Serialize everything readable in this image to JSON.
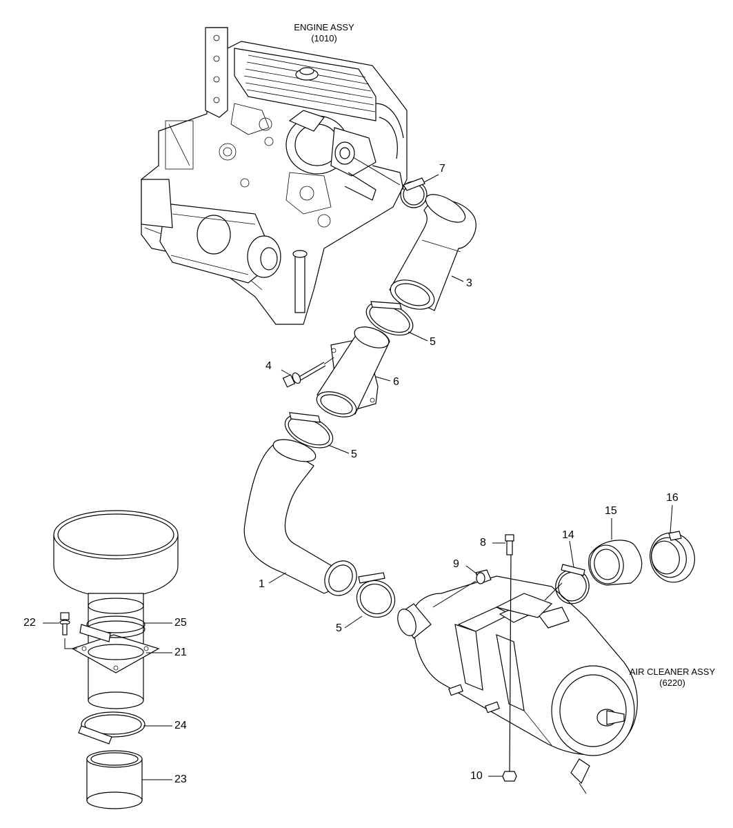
{
  "assemblies": {
    "engine": {
      "title": "ENGINE ASSY",
      "code": "(1010)"
    },
    "air_cleaner": {
      "title": "AIR CLEANER ASSY",
      "code": "(6220)"
    }
  },
  "callouts": [
    {
      "id": "c7",
      "text": "7"
    },
    {
      "id": "c3",
      "text": "3"
    },
    {
      "id": "c5a",
      "text": "5"
    },
    {
      "id": "c4",
      "text": "4"
    },
    {
      "id": "c6",
      "text": "6"
    },
    {
      "id": "c5b",
      "text": "5"
    },
    {
      "id": "c1",
      "text": "1"
    },
    {
      "id": "c5c",
      "text": "5"
    },
    {
      "id": "c8",
      "text": "8"
    },
    {
      "id": "c9",
      "text": "9"
    },
    {
      "id": "c10",
      "text": "10"
    },
    {
      "id": "c14",
      "text": "14"
    },
    {
      "id": "c15",
      "text": "15"
    },
    {
      "id": "c16",
      "text": "16"
    },
    {
      "id": "c22",
      "text": "22"
    },
    {
      "id": "c25",
      "text": "25"
    },
    {
      "id": "c21",
      "text": "21"
    },
    {
      "id": "c24",
      "text": "24"
    },
    {
      "id": "c23",
      "text": "23"
    }
  ]
}
